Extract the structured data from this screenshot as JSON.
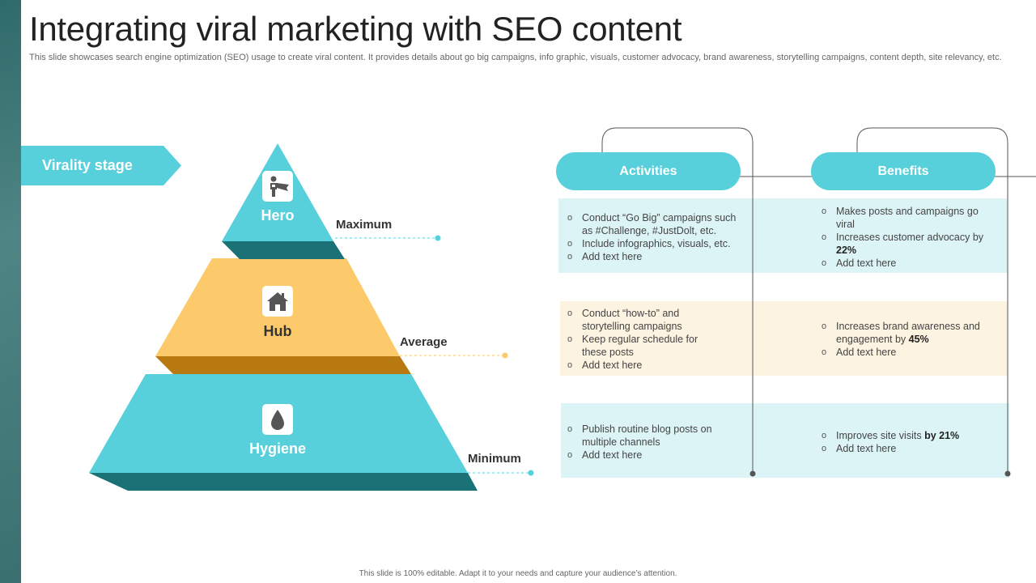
{
  "header": {
    "title": "Integrating viral marketing with SEO content",
    "subtitle": "This slide showcases search engine optimization (SEO) usage to create viral content. It provides details about go big campaigns, info graphic, visuals, customer advocacy, brand awareness, storytelling campaigns, content depth, site relevancy, etc."
  },
  "stage_banner": "Virality stage",
  "pyramid": {
    "levels": [
      {
        "label": "Hero",
        "range": "Maximum",
        "icon": "superhero-icon"
      },
      {
        "label": "Hub",
        "range": "Average",
        "icon": "house-icon"
      },
      {
        "label": "Hygiene",
        "range": "Minimum",
        "icon": "water-drop-icon"
      }
    ]
  },
  "table": {
    "headers": {
      "activities": "Activities",
      "benefits": "Benefits"
    },
    "rows": [
      {
        "activities": [
          "Conduct “Go Big” campaigns such as #Challenge, #JustDolt, etc.",
          "Include infographics, visuals, etc.",
          "Add text here"
        ],
        "benefits": [
          {
            "text": "Makes posts and campaigns go viral"
          },
          {
            "text": "Increases customer advocacy  by ",
            "bold": "22%"
          },
          {
            "text": "Add text here"
          }
        ]
      },
      {
        "activities": [
          "Conduct “how-to” and storytelling campaigns",
          "Keep regular schedule for these posts",
          "Add text here"
        ],
        "benefits": [
          {
            "text": "Increases brand awareness and engagement  by ",
            "bold": "45%"
          },
          {
            "text": "Add text here"
          }
        ]
      },
      {
        "activities": [
          "Publish routine blog posts on multiple channels",
          "Add text here"
        ],
        "benefits": [
          {
            "text": "Improves  site visits ",
            "bold": "by 21%"
          },
          {
            "text": "Add text here"
          }
        ]
      }
    ]
  },
  "footer": "This slide is 100% editable.  Adapt it to your needs and capture your audience’s attention.",
  "colors": {
    "teal": "#57d0dc",
    "dark_teal": "#1b7276",
    "gold": "#fcc96b",
    "dark_gold": "#b87a10",
    "light_teal_bg": "#ddf4f6",
    "light_gold_bg": "#fdf3e1"
  }
}
